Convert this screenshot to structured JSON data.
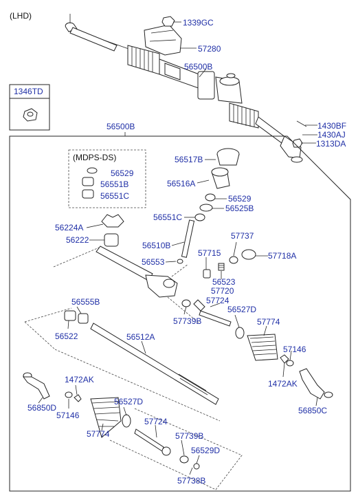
{
  "header": {
    "variant": "(LHD)"
  },
  "inset": {
    "label": "1346TD"
  },
  "main_assembly_label": "56500B",
  "assembly_top_label": "56500B",
  "mdps_box": {
    "title": "(MDPS-DS)"
  },
  "callouts": {
    "c1339GC": "1339GC",
    "c57280": "57280",
    "c1430BF": "1430BF",
    "c1430AJ": "1430AJ",
    "c1313DA": "1313DA",
    "c56529_mdps": "56529",
    "c56551B_mdps": "56551B",
    "c56551C_mdps": "56551C",
    "c56517B": "56517B",
    "c56516A": "56516A",
    "c56529": "56529",
    "c56525B": "56525B",
    "c56551C": "56551C",
    "c56224A": "56224A",
    "c56222": "56222",
    "c56510B": "56510B",
    "c56553": "56553",
    "c57737": "57737",
    "c57718A": "57718A",
    "c57715": "57715",
    "c56523": "56523",
    "c57720": "57720",
    "c57724_upper": "57724",
    "c57739B_upper": "57739B",
    "c56527D_upper": "56527D",
    "c57774_right": "57774",
    "c56555B": "56555B",
    "c56522": "56522",
    "c56512A": "56512A",
    "c57146_right": "57146",
    "c1472AK_right": "1472AK",
    "c56850C": "56850C",
    "c1472AK_left": "1472AK",
    "c56850D": "56850D",
    "c57146_left": "57146",
    "c56527D_lower": "56527D",
    "c57774_left": "57774",
    "c57724_lower": "57724",
    "c57739B_lower": "57739B",
    "c56529D": "56529D",
    "c57738B": "57738B"
  }
}
